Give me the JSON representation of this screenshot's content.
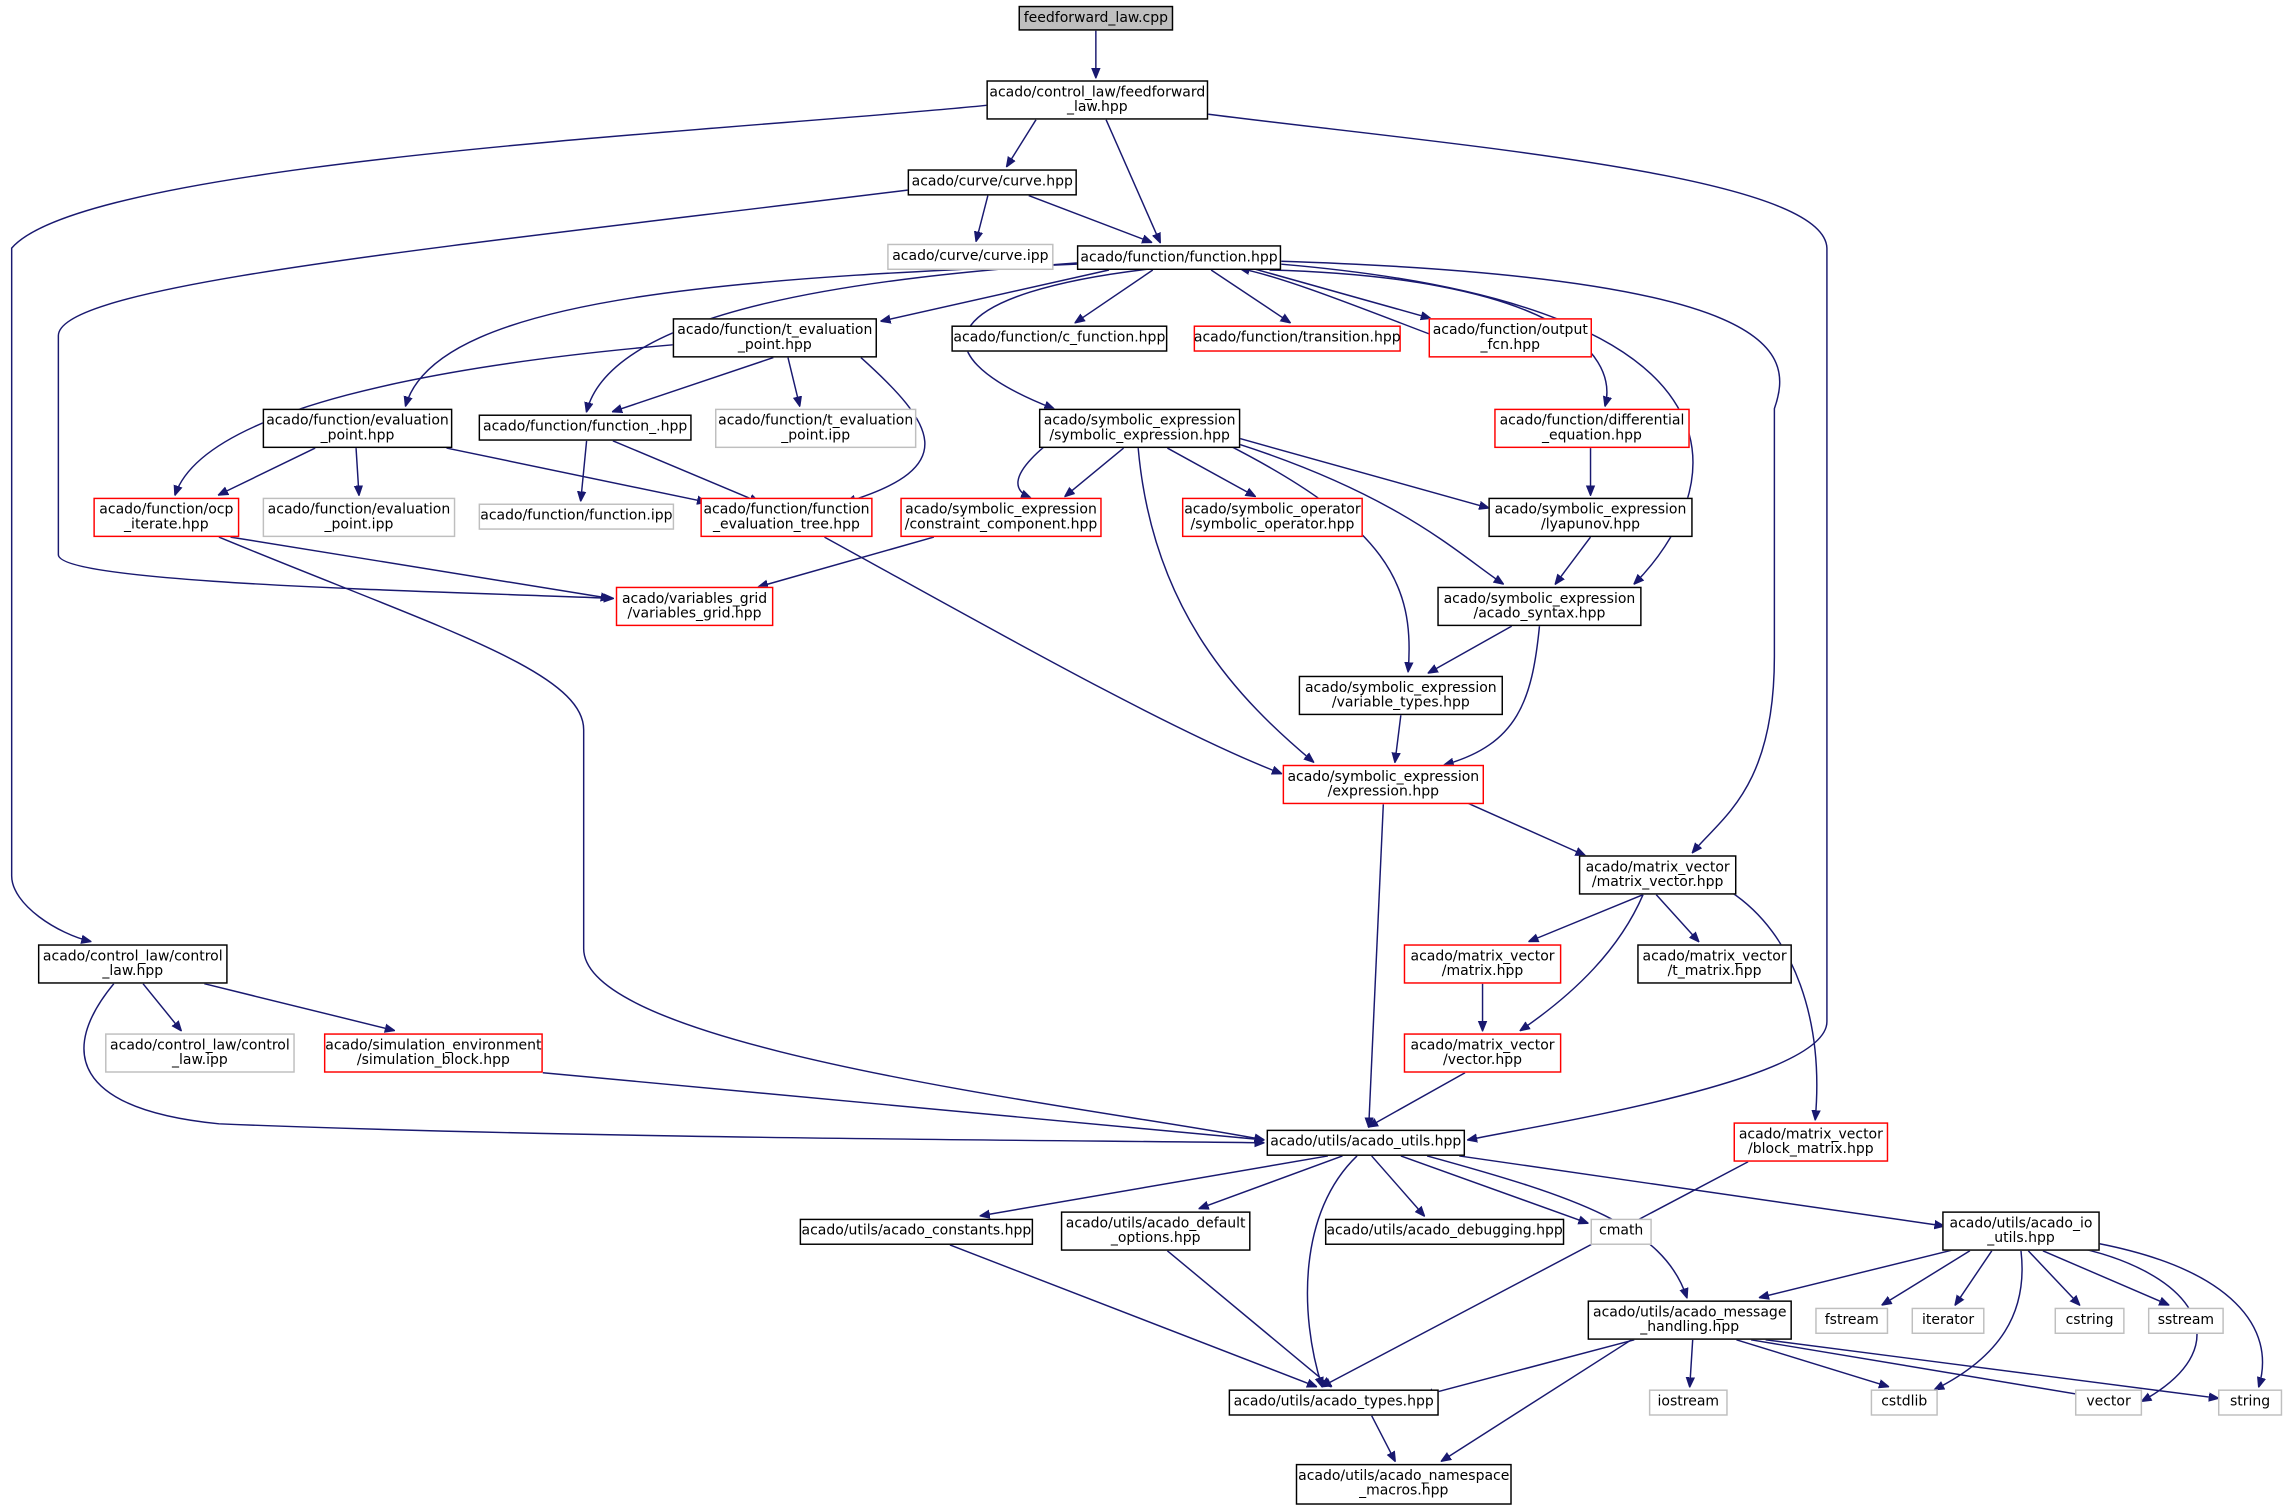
{
  "title": "feedforward_law.cpp",
  "colors": {
    "edge": "#191970",
    "normal_border": "#000000",
    "external_border": "#ff0000",
    "system_border": "#bfbfbf",
    "root_fill": "#bfbfbf"
  },
  "nodes": {
    "root": "feedforward_law.cpp",
    "ff_law": "acado/control_law/feedforward\n_law.hpp",
    "curve": "acado/curve/curve.hpp",
    "curve_ipp": "acado/curve/curve.ipp",
    "function": "acado/function/function.hpp",
    "t_eval": "acado/function/t_evaluation\n_point.hpp",
    "c_function": "acado/function/c_function.hpp",
    "transition": "acado/function/transition.hpp",
    "output_fcn": "acado/function/output\n_fcn.hpp",
    "eval_point": "acado/function/evaluation\n_point.hpp",
    "function_": "acado/function/function_.hpp",
    "t_eval_ipp": "acado/function/t_evaluation\n_point.ipp",
    "sym_expr": "acado/symbolic_expression\n/symbolic_expression.hpp",
    "diff_eq": "acado/function/differential\n_equation.hpp",
    "ocp_iterate": "acado/function/ocp\n_iterate.hpp",
    "eval_point_ipp": "acado/function/evaluation\n_point.ipp",
    "function_ipp": "acado/function/function.ipp",
    "eval_tree": "acado/function/function\n_evaluation_tree.hpp",
    "constraint_comp": "acado/symbolic_expression\n/constraint_component.hpp",
    "sym_operator": "acado/symbolic_operator\n/symbolic_operator.hpp",
    "lyapunov": "acado/symbolic_expression\n/lyapunov.hpp",
    "var_grid": "acado/variables_grid\n/variables_grid.hpp",
    "acado_syntax": "acado/symbolic_expression\n/acado_syntax.hpp",
    "var_types": "acado/symbolic_expression\n/variable_types.hpp",
    "expression": "acado/symbolic_expression\n/expression.hpp",
    "matrix_vector": "acado/matrix_vector\n/matrix_vector.hpp",
    "control_law": "acado/control_law/control\n_law.hpp",
    "matrix": "acado/matrix_vector\n/matrix.hpp",
    "t_matrix": "acado/matrix_vector\n/t_matrix.hpp",
    "control_law_ipp": "acado/control_law/control\n_law.ipp",
    "sim_block": "acado/simulation_environment\n/simulation_block.hpp",
    "vector": "acado/matrix_vector\n/vector.hpp",
    "acado_utils": "acado/utils/acado_utils.hpp",
    "block_matrix": "acado/matrix_vector\n/block_matrix.hpp",
    "acado_constants": "acado/utils/acado_constants.hpp",
    "default_options": "acado/utils/acado_default\n_options.hpp",
    "acado_debugging": "acado/utils/acado_debugging.hpp",
    "cmath": "cmath",
    "io_utils": "acado/utils/acado_io\n_utils.hpp",
    "msg_handling": "acado/utils/acado_message\n_handling.hpp",
    "fstream": "fstream",
    "iterator": "iterator",
    "cstring": "cstring",
    "sstream": "sstream",
    "acado_types": "acado/utils/acado_types.hpp",
    "iostream": "iostream",
    "cstdlib": "cstdlib",
    "vector_std": "vector",
    "string": "string",
    "ns_macros": "acado/utils/acado_namespace\n_macros.hpp"
  }
}
